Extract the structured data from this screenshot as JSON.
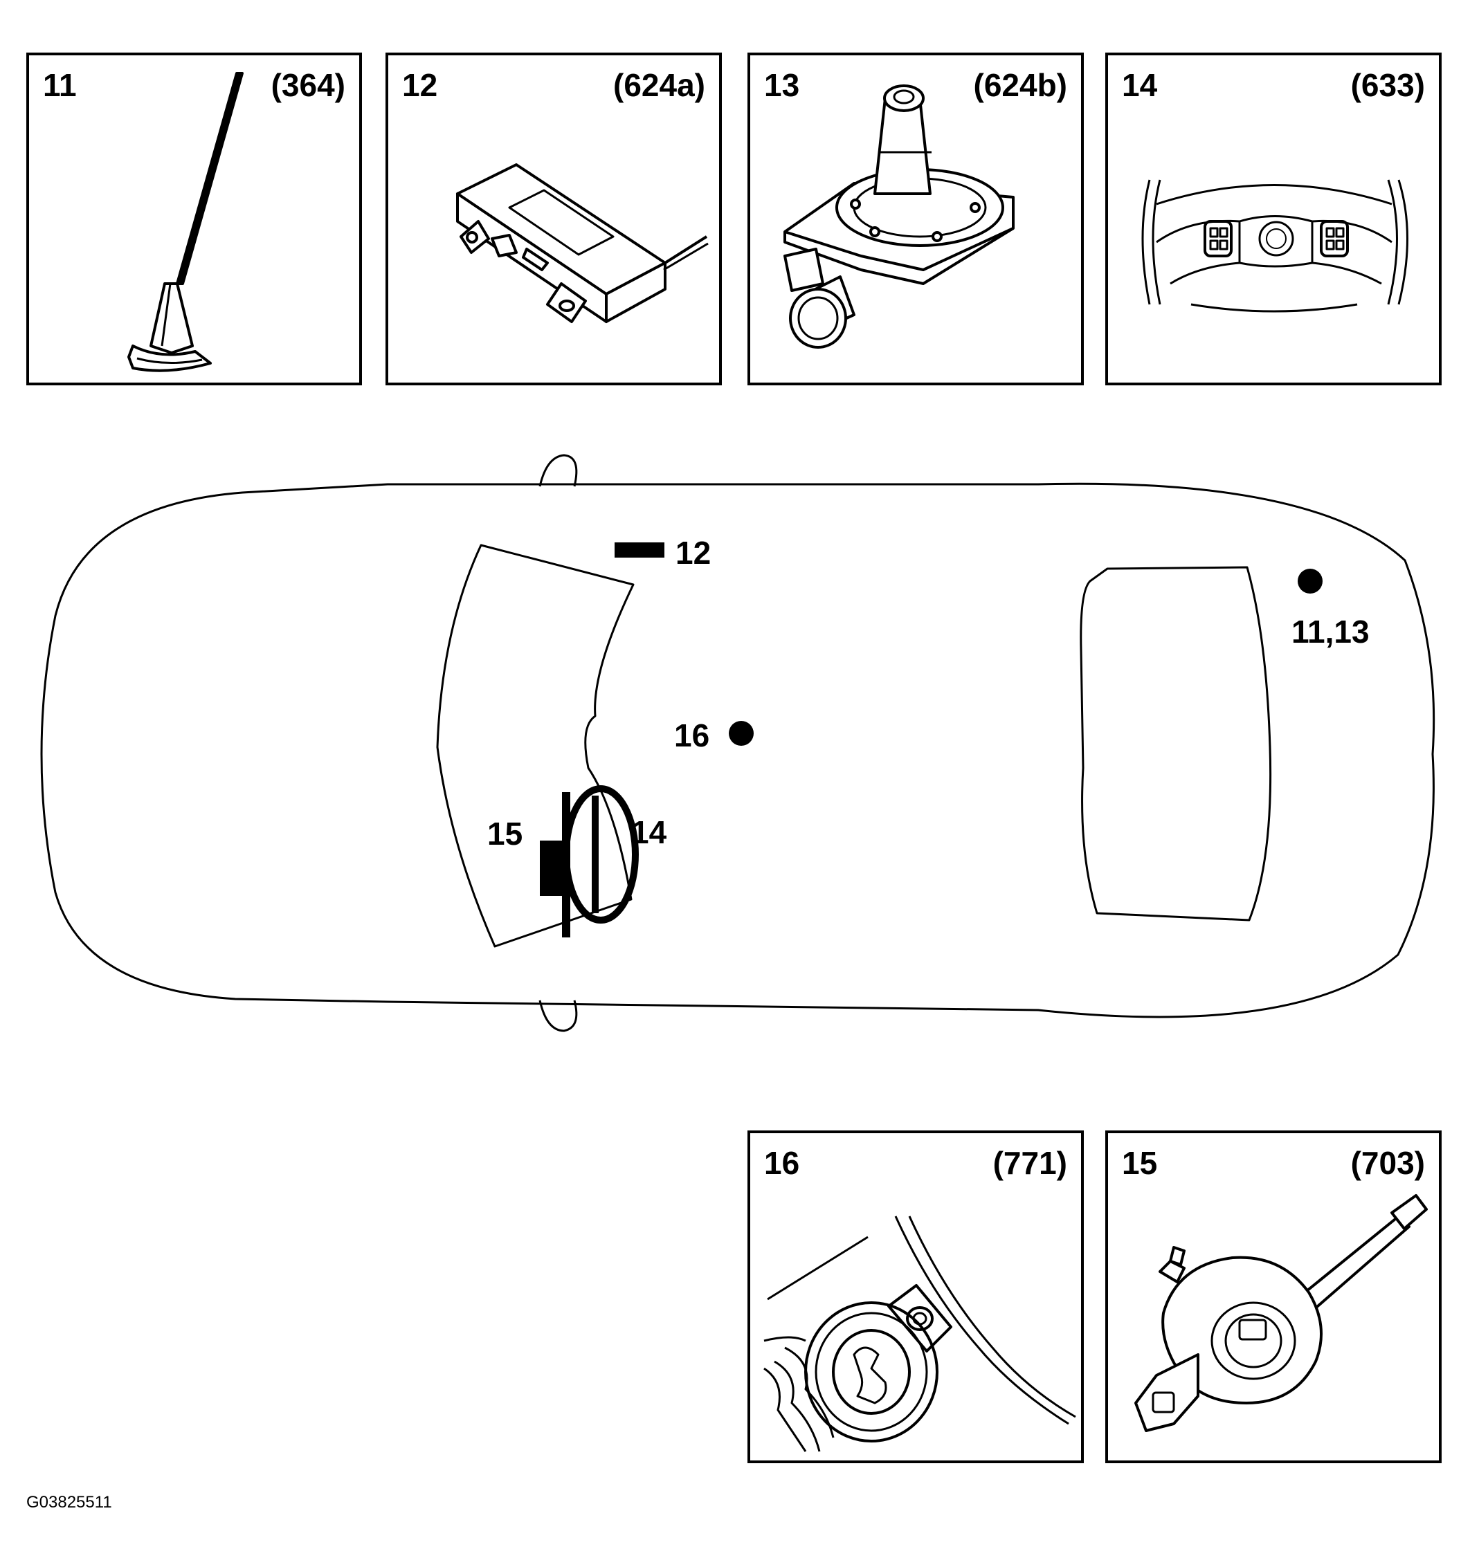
{
  "panels": [
    {
      "id": "p11",
      "number": "11",
      "code": "(364)",
      "component": "antenna"
    },
    {
      "id": "p12",
      "number": "12",
      "code": "(624a)",
      "component": "control-module"
    },
    {
      "id": "p13",
      "number": "13",
      "code": "(624b)",
      "component": "ignition-lock"
    },
    {
      "id": "p14",
      "number": "14",
      "code": "(633)",
      "component": "steering-wheel-switches"
    },
    {
      "id": "p16",
      "number": "16",
      "code": "(771)",
      "component": "socket-outlet"
    },
    {
      "id": "p15",
      "number": "15",
      "code": "(703)",
      "component": "steering-column-switch"
    }
  ],
  "callouts": {
    "c12": "12",
    "c1113": "11,13",
    "c16": "16",
    "c15": "15",
    "c14": "14"
  },
  "footer": {
    "image_id": "G03825511"
  }
}
